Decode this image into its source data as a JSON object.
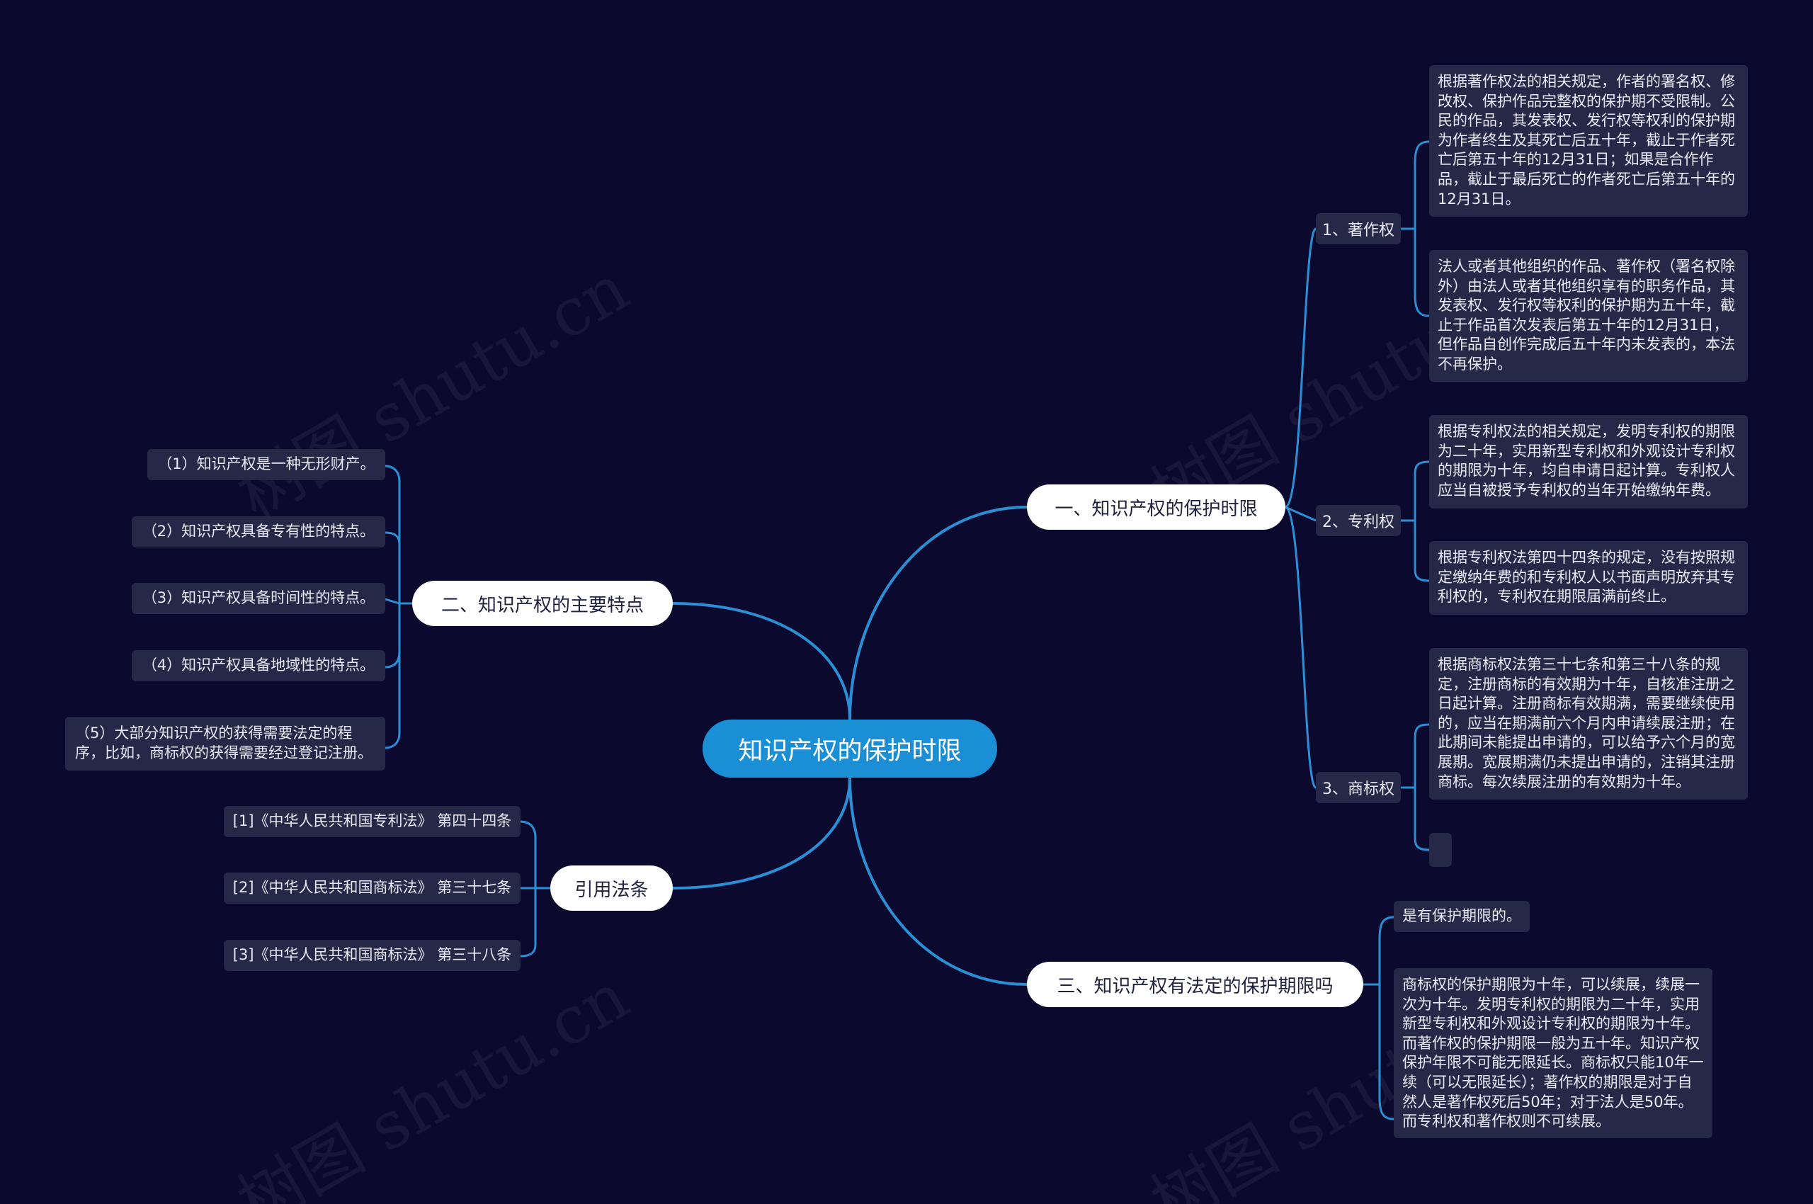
{
  "root": {
    "label": "知识产权的保护时限"
  },
  "branches": {
    "b1": {
      "label": "一、知识产权的保护时限",
      "subs": [
        {
          "label": "1、著作权",
          "leaves": [
            "根据著作权法的相关规定，作者的署名权、修改权、保护作品完整权的保护期不受限制。公民的作品，其发表权、发行权等权利的保护期为作者终生及其死亡后五十年，截止于作者死亡后第五十年的12月31日；如果是合作作品，截止于最后死亡的作者死亡后第五十年的12月31日。",
            "法人或者其他组织的作品、著作权（署名权除外）由法人或者其他组织享有的职务作品，其发表权、发行权等权利的保护期为五十年，截止于作品首次发表后第五十年的12月31日，但作品自创作完成后五十年内未发表的，本法不再保护。"
          ]
        },
        {
          "label": "2、专利权",
          "leaves": [
            "根据专利权法的相关规定，发明专利权的期限为二十年，实用新型专利权和外观设计专利权的期限为十年，均自申请日起计算。专利权人应当自被授予专利权的当年开始缴纳年费。",
            "根据专利权法第四十四条的规定，没有按照规定缴纳年费的和专利权人以书面声明放弃其专利权的，专利权在期限届满前终止。"
          ]
        },
        {
          "label": "3、商标权",
          "leaves": [
            "根据商标权法第三十七条和第三十八条的规定，注册商标的有效期为十年，自核准注册之日起计算。注册商标有效期满，需要继续使用的，应当在期满前六个月内申请续展注册；在此期间未能提出申请的，可以给予六个月的宽展期。宽展期满仍未提出申请的，注销其注册商标。每次续展注册的有效期为十年。",
            ""
          ]
        }
      ]
    },
    "b2": {
      "label": "二、知识产权的主要特点",
      "leaves": [
        "（1）知识产权是一种无形财产。",
        "（2）知识产权具备专有性的特点。",
        "（3）知识产权具备时间性的特点。",
        "（4）知识产权具备地域性的特点。",
        "（5）大部分知识产权的获得需要法定的程序，比如，商标权的获得需要经过登记注册。"
      ]
    },
    "b3": {
      "label": "三、知识产权有法定的保护期限吗",
      "leaves": [
        "是有保护期限的。",
        "商标权的保护期限为十年，可以续展，续展一次为十年。发明专利权的期限为二十年，实用新型专利权和外观设计专利权的期限为十年。而著作权的保护期限一般为五十年。知识产权保护年限不可能无限延长。商标权只能10年一续（可以无限延长）；著作权的期限是对于自然人是著作权死后50年；对于法人是50年。而专利权和著作权则不可续展。"
      ]
    },
    "b4": {
      "label": "引用法条",
      "leaves": [
        "[1]《中华人民共和国专利法》 第四十四条",
        "[2]《中华人民共和国商标法》 第三十七条",
        "[3]《中华人民共和国商标法》 第三十八条"
      ]
    }
  },
  "watermark": "树图 shutu.cn",
  "colors": {
    "background": "#0b0a2e",
    "root_fill": "#1a8fd6",
    "branch_fill": "#ffffff",
    "leaf_fill": "#262848",
    "connector": "#2b8fd6"
  }
}
